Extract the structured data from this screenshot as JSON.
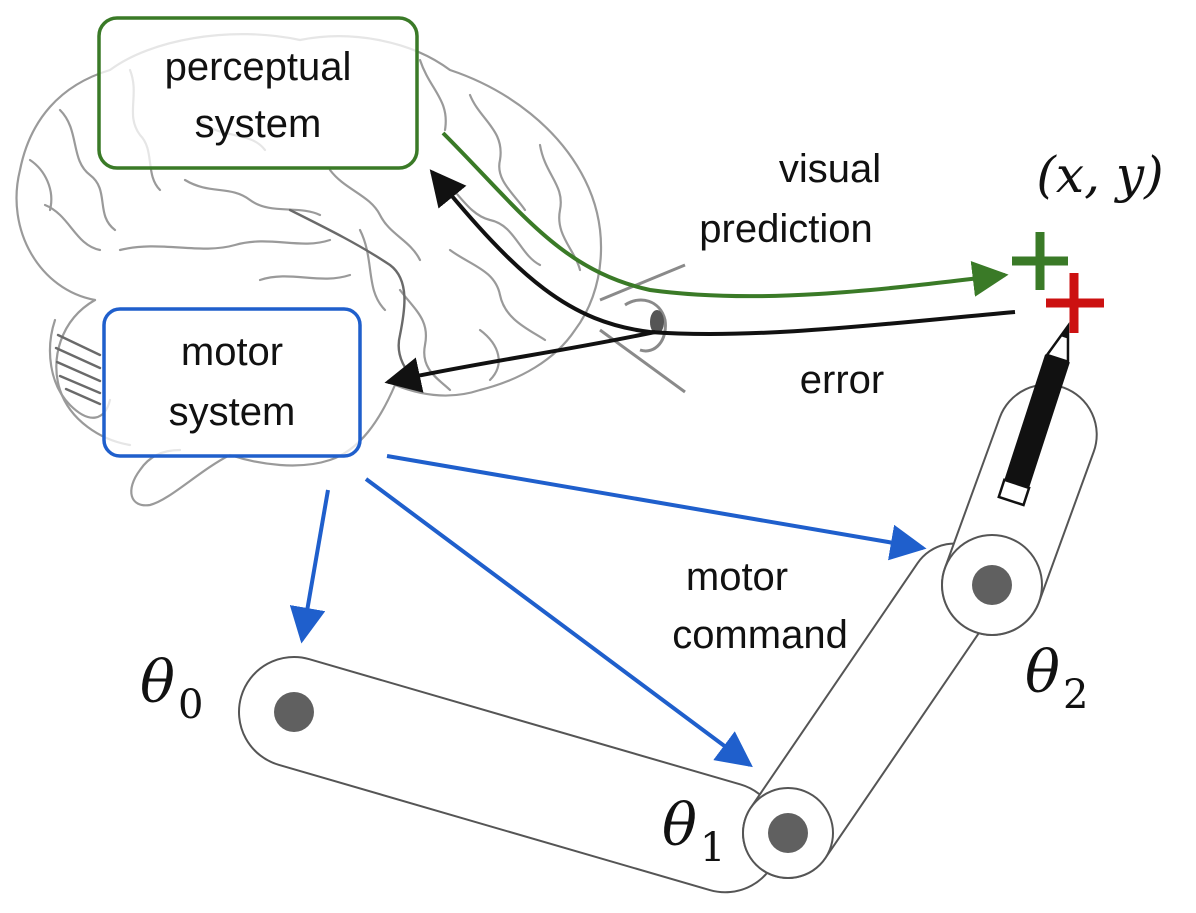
{
  "boxes": {
    "perceptual": {
      "line1": "perceptual",
      "line2": "system",
      "color": "#3a7a27"
    },
    "motor": {
      "line1": "motor",
      "line2": "system",
      "color": "#1f5fcc"
    }
  },
  "labels": {
    "visual_prediction_1": "visual",
    "visual_prediction_2": "prediction",
    "error": "error",
    "motor_command_1": "motor",
    "motor_command_2": "command",
    "target": "(x, y)"
  },
  "joints": {
    "theta0": {
      "symbol": "θ",
      "sub": "0"
    },
    "theta1": {
      "symbol": "θ",
      "sub": "1"
    },
    "theta2": {
      "symbol": "θ",
      "sub": "2"
    }
  },
  "colors": {
    "prediction": "#3a7a27",
    "error": "#111111",
    "command": "#1f5fcc",
    "target_predicted": "#3a7a27",
    "target_actual": "#cc1111",
    "joint": "#606060"
  },
  "icons": [
    "brain-illustration",
    "eye-icon",
    "pen-icon",
    "plus-marker-green",
    "plus-marker-red"
  ]
}
